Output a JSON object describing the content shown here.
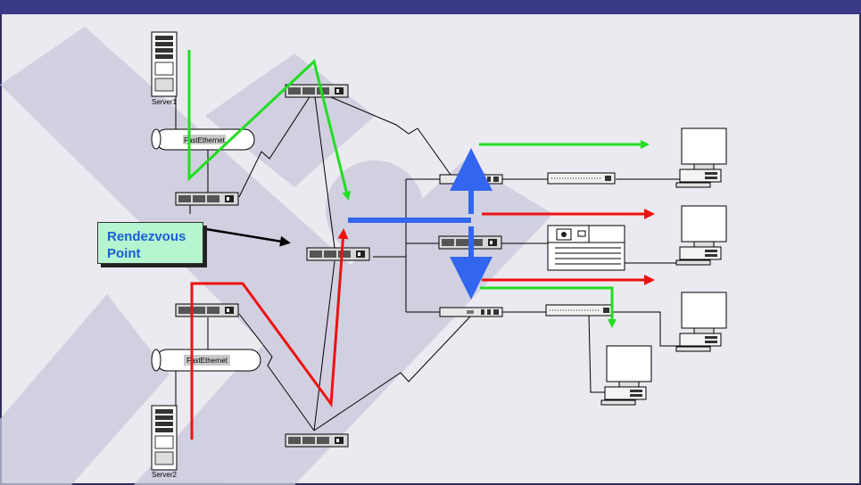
{
  "labels": {
    "server1": "Server1",
    "server2": "Server2",
    "fastethernet_top": "FastEthernet",
    "fastethernet_bottom": "FastEthernet",
    "rendezvous_line1": "Rendezvous",
    "rendezvous_line2": "Point"
  },
  "colors": {
    "frame_border": "#2e2e5e",
    "top_bar": "#3a3a86",
    "background": "#eaeaf0",
    "watermark": "#c8c8dc",
    "green_flow": "#22dd22",
    "red_flow": "#ee1111",
    "blue_flow": "#3366ee",
    "rp_box_fill": "#b5f5cf",
    "rp_text": "#1a5fd6"
  },
  "icons": [
    "server-icon",
    "router-icon",
    "switch-icon",
    "hub-icon",
    "workstation-icon",
    "tape-drive-icon",
    "ethernet-segment-icon"
  ]
}
